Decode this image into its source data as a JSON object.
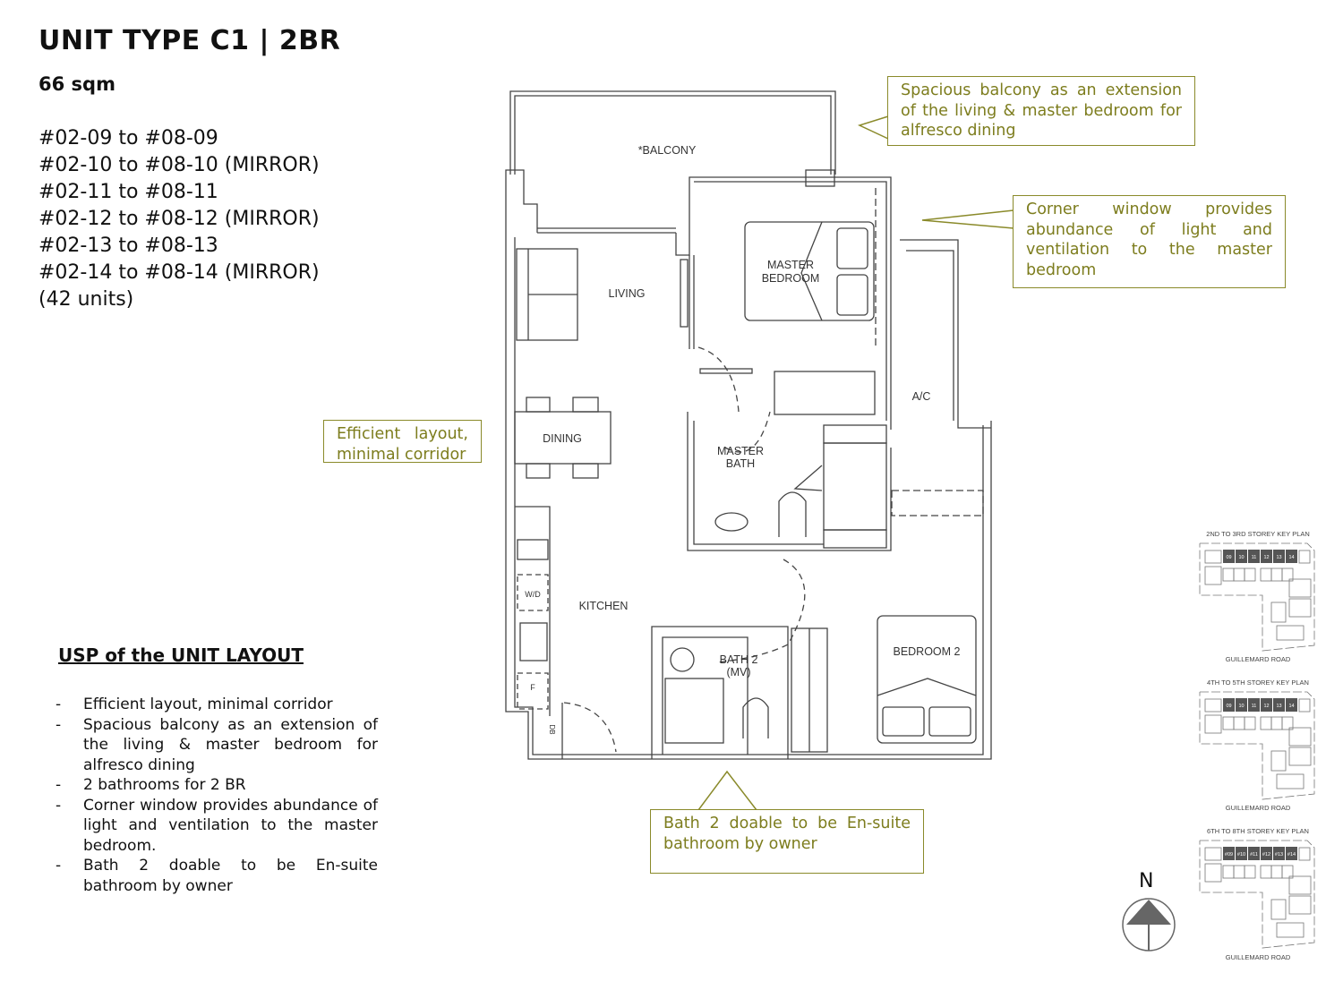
{
  "header": {
    "title": "UNIT TYPE C1 | 2BR",
    "size": "66 sqm"
  },
  "unit_list": [
    "#02-09 to #08-09",
    "#02-10 to #08-10 (MIRROR)",
    "#02-11 to #08-11",
    "#02-12 to #08-12 (MIRROR)",
    "#02-13 to #08-13",
    "#02-14 to #08-14 (MIRROR)",
    "(42 units)"
  ],
  "usp": {
    "title": "USP of the UNIT LAYOUT",
    "items": [
      "Efficient layout, minimal corridor",
      "Spacious balcony as an extension of the living & master bedroom for alfresco dining",
      "2 bathrooms for 2 BR",
      "Corner window provides abundance of light and ventilation to the master bedroom.",
      "Bath 2 doable to be En-suite bathroom by owner"
    ]
  },
  "callouts": {
    "balcony": "Spacious balcony as an extension of the living & master bedroom for alfresco dining",
    "window": "Corner window provides abundance of light and ventilation to the master bedroom",
    "layout": "Efficient layout, minimal corridor",
    "bath": "Bath 2 doable to be En-suite bathroom by owner"
  },
  "rooms": {
    "balcony": "*BALCONY",
    "master_bedroom_1": "MASTER",
    "master_bedroom_2": "BEDROOM",
    "living": "LIVING",
    "dining": "DINING",
    "master_bath_1": "MASTER",
    "master_bath_2": "BATH",
    "ac": "A/C",
    "kitchen": "KITCHEN",
    "wd": "W/D",
    "fridge": "F",
    "bath2_1": "BATH 2",
    "bath2_2": "(MV)",
    "bedroom2": "BEDROOM 2",
    "db": "DB"
  },
  "key_plans": [
    {
      "title": "2ND TO 3RD STOREY KEY PLAN",
      "road": "GUILLEMARD ROAD",
      "highlight": [
        "09",
        "10",
        "11",
        "12",
        "13",
        "14"
      ]
    },
    {
      "title": "4TH TO 5TH STOREY KEY PLAN",
      "road": "GUILLEMARD ROAD",
      "highlight": [
        "09",
        "10",
        "11",
        "12",
        "13",
        "14"
      ]
    },
    {
      "title": "6TH TO 8TH STOREY KEY PLAN",
      "road": "GUILLEMARD ROAD",
      "highlight": [
        "#09",
        "#10",
        "#11",
        "#12",
        "#13",
        "#14"
      ]
    }
  ],
  "compass": {
    "label": "N"
  },
  "colors": {
    "callout": "#7d7d1e",
    "border": "#8a8a2a",
    "highlight": "#555555"
  }
}
